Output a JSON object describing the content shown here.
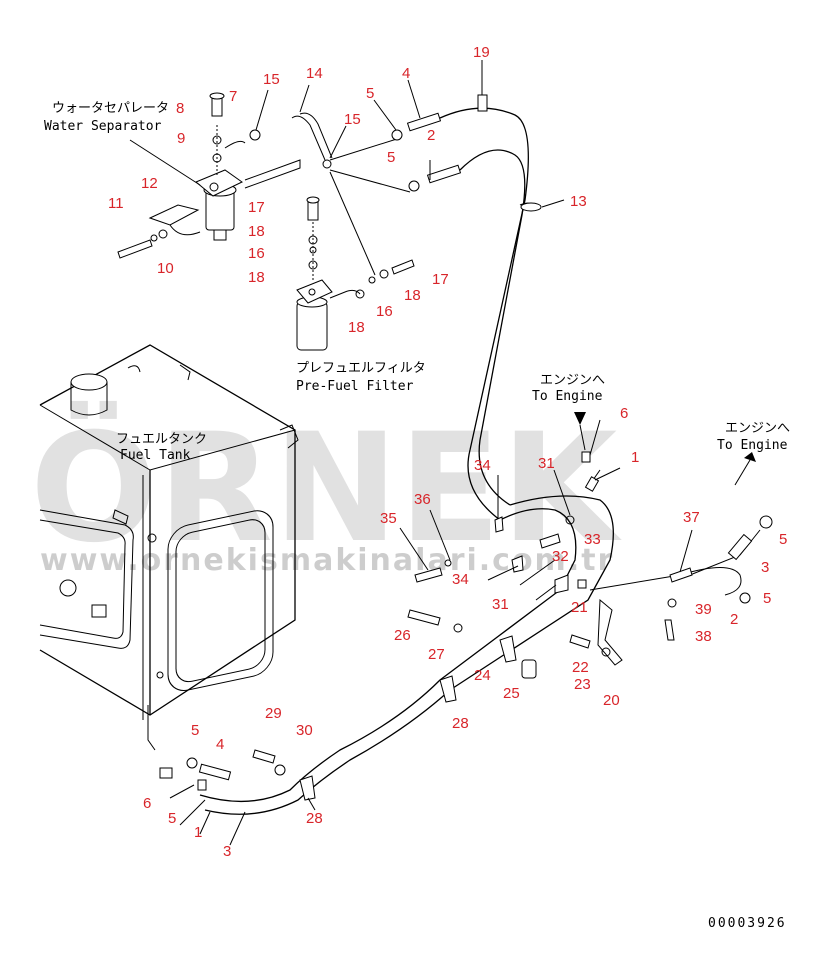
{
  "labels": {
    "water_separator_jp": "ウォータセパレータ",
    "water_separator_en": "Water Separator",
    "pre_fuel_filter_jp": "プレフュエルフィルタ",
    "pre_fuel_filter_en": "Pre-Fuel Filter",
    "fuel_tank_jp": "フュエルタンク",
    "fuel_tank_en": "Fuel Tank",
    "to_engine_jp": "エンジンへ",
    "to_engine_en": "To Engine",
    "drawing_number": "00003926"
  },
  "watermark": {
    "logo": "ÖRNEK",
    "url": "www.ornekismakinalari.com.tr"
  },
  "part_numbers": [
    "1",
    "2",
    "3",
    "4",
    "5",
    "6",
    "7",
    "8",
    "9",
    "10",
    "11",
    "12",
    "13",
    "14",
    "15",
    "16",
    "17",
    "18",
    "19",
    "20",
    "21",
    "22",
    "23",
    "24",
    "25",
    "26",
    "27",
    "28",
    "29",
    "30",
    "31",
    "32",
    "33",
    "34",
    "35",
    "36",
    "37",
    "38",
    "39"
  ],
  "colors": {
    "callout": "#d8252a",
    "linework": "#000000",
    "watermark": "#c9c9c9"
  }
}
